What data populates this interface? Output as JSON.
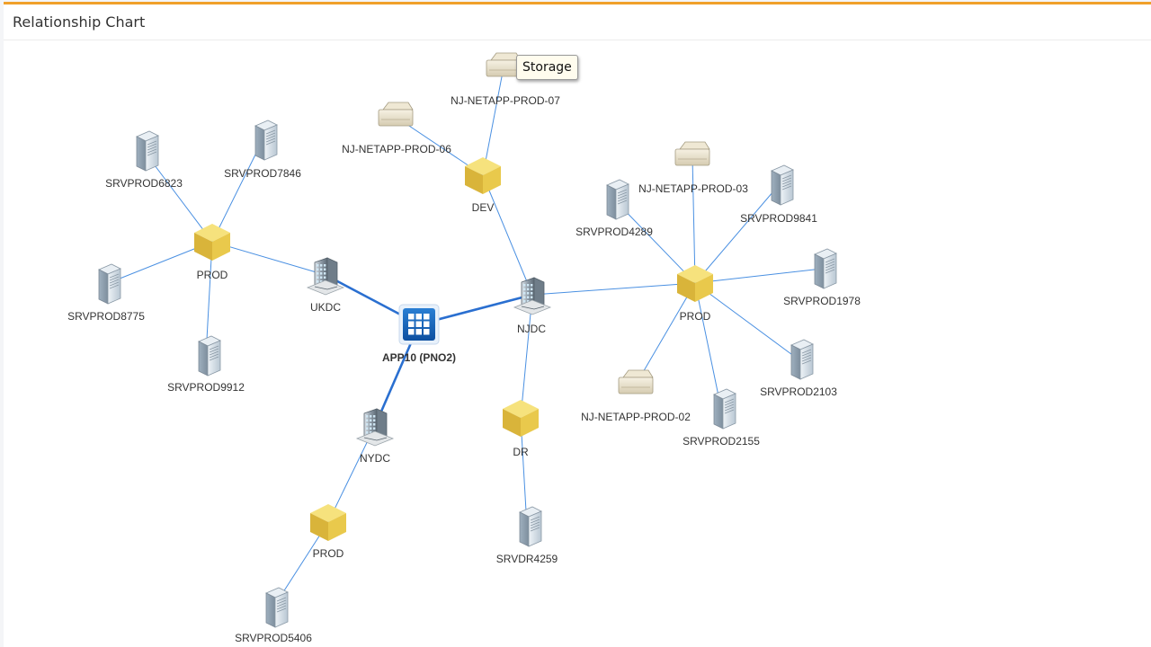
{
  "panel": {
    "title": "Relationship Chart"
  },
  "tooltip": {
    "text": "Storage"
  },
  "legend_icons": {
    "app": "app-grid-icon",
    "datacenter": "building-icon",
    "environment": "cube-icon",
    "server": "server-icon",
    "storage": "storage-icon"
  },
  "colors": {
    "accent": "#f0a02a",
    "edge": "#4a90e2",
    "edge_strong": "#2a6fd0",
    "app": "#1565c0",
    "cube": "#e2c03a"
  },
  "nodes": [
    {
      "id": "app",
      "type": "app",
      "label": "APP10 (PNO2)"
    },
    {
      "id": "ukdc",
      "type": "datacenter",
      "label": "UKDC"
    },
    {
      "id": "njdc",
      "type": "datacenter",
      "label": "NJDC"
    },
    {
      "id": "nydc",
      "type": "datacenter",
      "label": "NYDC"
    },
    {
      "id": "prod_uk",
      "type": "environment",
      "label": "PROD"
    },
    {
      "id": "dev",
      "type": "environment",
      "label": "DEV"
    },
    {
      "id": "prod_nj",
      "type": "environment",
      "label": "PROD"
    },
    {
      "id": "dr",
      "type": "environment",
      "label": "DR"
    },
    {
      "id": "prod_ny",
      "type": "environment",
      "label": "PROD"
    },
    {
      "id": "s6823",
      "type": "server",
      "label": "SRVPROD6823"
    },
    {
      "id": "s7846",
      "type": "server",
      "label": "SRVPROD7846"
    },
    {
      "id": "s8775",
      "type": "server",
      "label": "SRVPROD8775"
    },
    {
      "id": "s9912",
      "type": "server",
      "label": "SRVPROD9912"
    },
    {
      "id": "n07",
      "type": "storage",
      "label": "NJ-NETAPP-PROD-07"
    },
    {
      "id": "n06",
      "type": "storage",
      "label": "NJ-NETAPP-PROD-06"
    },
    {
      "id": "n03",
      "type": "storage",
      "label": "NJ-NETAPP-PROD-03"
    },
    {
      "id": "s4289",
      "type": "server",
      "label": "SRVPROD4289"
    },
    {
      "id": "s9841",
      "type": "server",
      "label": "SRVPROD9841"
    },
    {
      "id": "s1978",
      "type": "server",
      "label": "SRVPROD1978"
    },
    {
      "id": "s2103",
      "type": "server",
      "label": "SRVPROD2103"
    },
    {
      "id": "s2155",
      "type": "server",
      "label": "SRVPROD2155"
    },
    {
      "id": "n02",
      "type": "storage",
      "label": "NJ-NETAPP-PROD-02"
    },
    {
      "id": "sdr4259",
      "type": "server",
      "label": "SRVDR4259"
    },
    {
      "id": "s5406",
      "type": "server",
      "label": "SRVPROD5406"
    }
  ],
  "edges": [
    [
      "app",
      "ukdc",
      true
    ],
    [
      "app",
      "njdc",
      true
    ],
    [
      "app",
      "nydc",
      true
    ],
    [
      "ukdc",
      "prod_uk",
      false
    ],
    [
      "prod_uk",
      "s6823",
      false
    ],
    [
      "prod_uk",
      "s7846",
      false
    ],
    [
      "prod_uk",
      "s8775",
      false
    ],
    [
      "prod_uk",
      "s9912",
      false
    ],
    [
      "njdc",
      "dev",
      false
    ],
    [
      "njdc",
      "prod_nj",
      false
    ],
    [
      "njdc",
      "dr",
      false
    ],
    [
      "dev",
      "n07",
      false
    ],
    [
      "dev",
      "n06",
      false
    ],
    [
      "prod_nj",
      "n03",
      false
    ],
    [
      "prod_nj",
      "s4289",
      false
    ],
    [
      "prod_nj",
      "s9841",
      false
    ],
    [
      "prod_nj",
      "s1978",
      false
    ],
    [
      "prod_nj",
      "s2103",
      false
    ],
    [
      "prod_nj",
      "s2155",
      false
    ],
    [
      "prod_nj",
      "n02",
      false
    ],
    [
      "dr",
      "sdr4259",
      false
    ],
    [
      "nydc",
      "prod_ny",
      false
    ],
    [
      "prod_ny",
      "s5406",
      false
    ]
  ]
}
